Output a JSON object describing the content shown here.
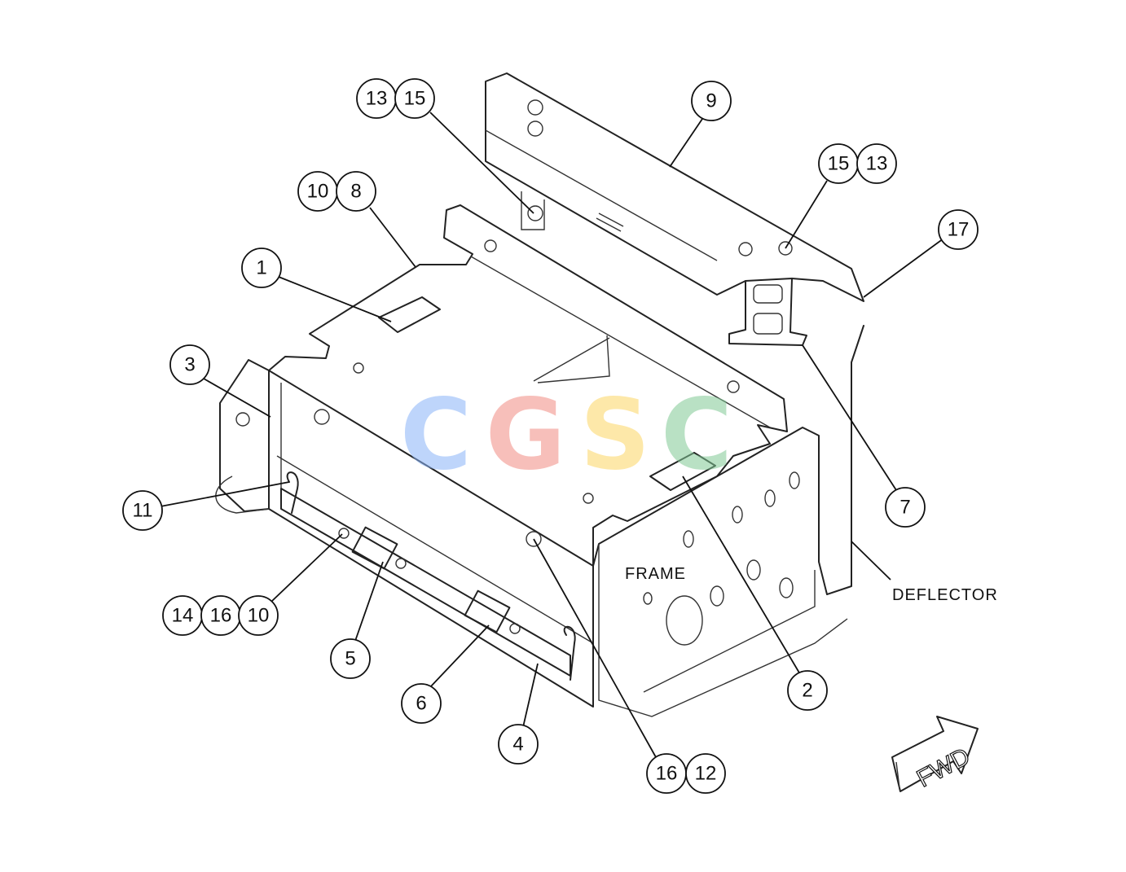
{
  "labels": {
    "frame": "FRAME",
    "deflector": "DEFLECTOR",
    "fwd": "FWD"
  },
  "watermark": {
    "letters": [
      "C",
      "G",
      "S",
      "C"
    ],
    "colors": [
      "#8ab4f8",
      "#f28b82",
      "#fdd663",
      "#81c995"
    ]
  },
  "callouts": [
    {
      "id": "c-13a",
      "text": "13"
    },
    {
      "id": "c-15a",
      "text": "15"
    },
    {
      "id": "c-9",
      "text": "9"
    },
    {
      "id": "c-15b",
      "text": "15"
    },
    {
      "id": "c-13b",
      "text": "13"
    },
    {
      "id": "c-17",
      "text": "17"
    },
    {
      "id": "c-10a",
      "text": "10"
    },
    {
      "id": "c-8",
      "text": "8"
    },
    {
      "id": "c-1",
      "text": "1"
    },
    {
      "id": "c-3",
      "text": "3"
    },
    {
      "id": "c-11",
      "text": "11"
    },
    {
      "id": "c-7",
      "text": "7"
    },
    {
      "id": "c-14",
      "text": "14"
    },
    {
      "id": "c-16a",
      "text": "16"
    },
    {
      "id": "c-10b",
      "text": "10"
    },
    {
      "id": "c-5",
      "text": "5"
    },
    {
      "id": "c-6",
      "text": "6"
    },
    {
      "id": "c-4",
      "text": "4"
    },
    {
      "id": "c-16b",
      "text": "16"
    },
    {
      "id": "c-12",
      "text": "12"
    },
    {
      "id": "c-2",
      "text": "2"
    }
  ]
}
